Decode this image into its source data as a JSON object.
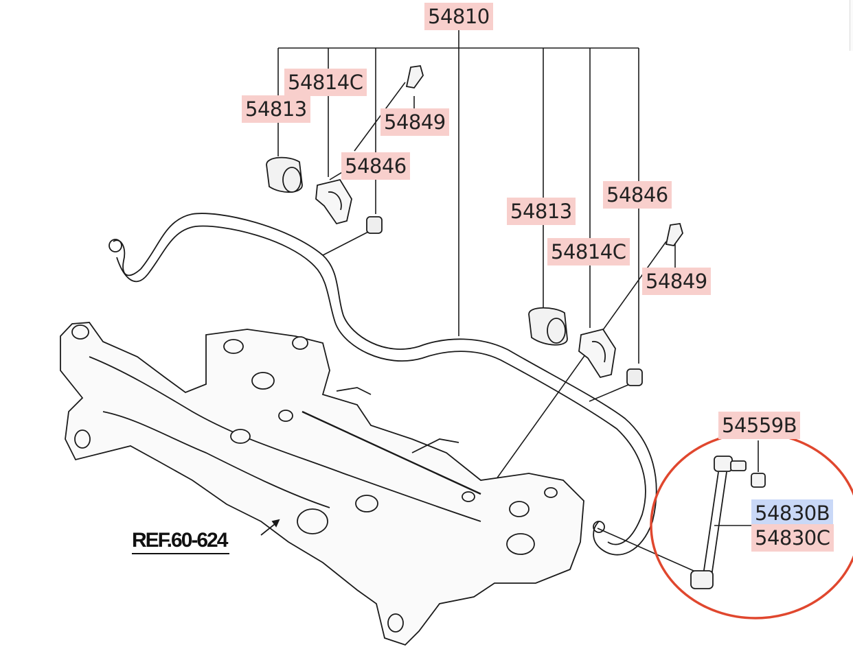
{
  "colors": {
    "label_highlight": "#f8cfcc",
    "selected_highlight": "#c9d8f7",
    "circle_annotation": "#e0472e",
    "line": "#1a1a1a"
  },
  "labels": {
    "l54810": "54810",
    "l54814c_a": "54814C",
    "l54813_a": "54813",
    "l54849_a": "54849",
    "l54846_a": "54846",
    "l54846_b": "54846",
    "l54813_b": "54813",
    "l54814c_b": "54814C",
    "l54849_b": "54849",
    "l54559b": "54559B",
    "l54830b": "54830B",
    "l54830c": "54830C",
    "ref": "REF.60-624"
  }
}
